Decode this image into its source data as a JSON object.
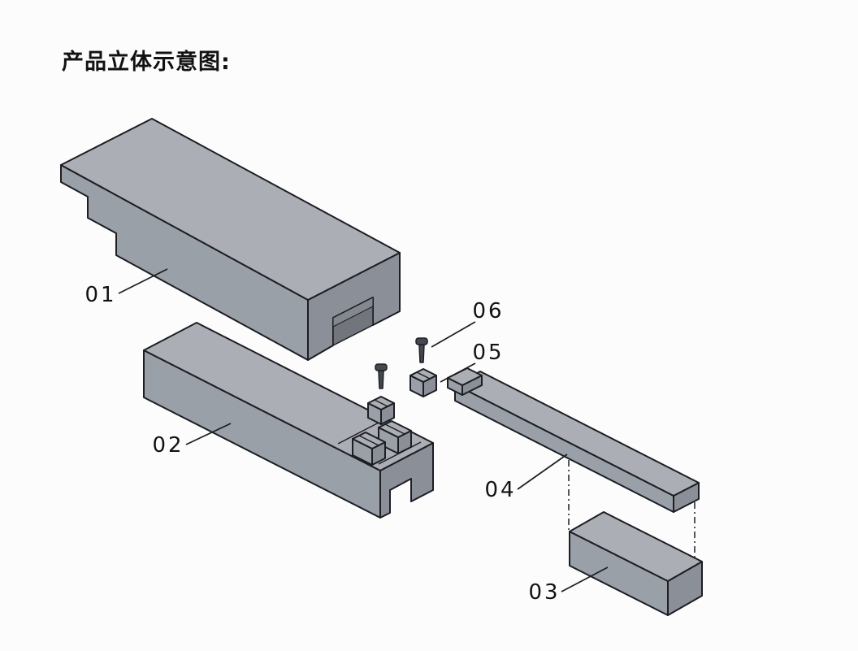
{
  "title": "产品立体示意图:",
  "labels": {
    "part01": "01",
    "part02": "02",
    "part03": "03",
    "part04": "04",
    "part05": "05",
    "part06": "06"
  },
  "colors": {
    "background": "#fcfcfc",
    "outline": "#1c1e22",
    "text": "#121212",
    "part_top": "#abaeb5",
    "part_front": "#9aa0a8",
    "part_end": "#8b8f97",
    "interior": "#72767c",
    "ceiling": "#83878e",
    "screw": "#45484e"
  }
}
